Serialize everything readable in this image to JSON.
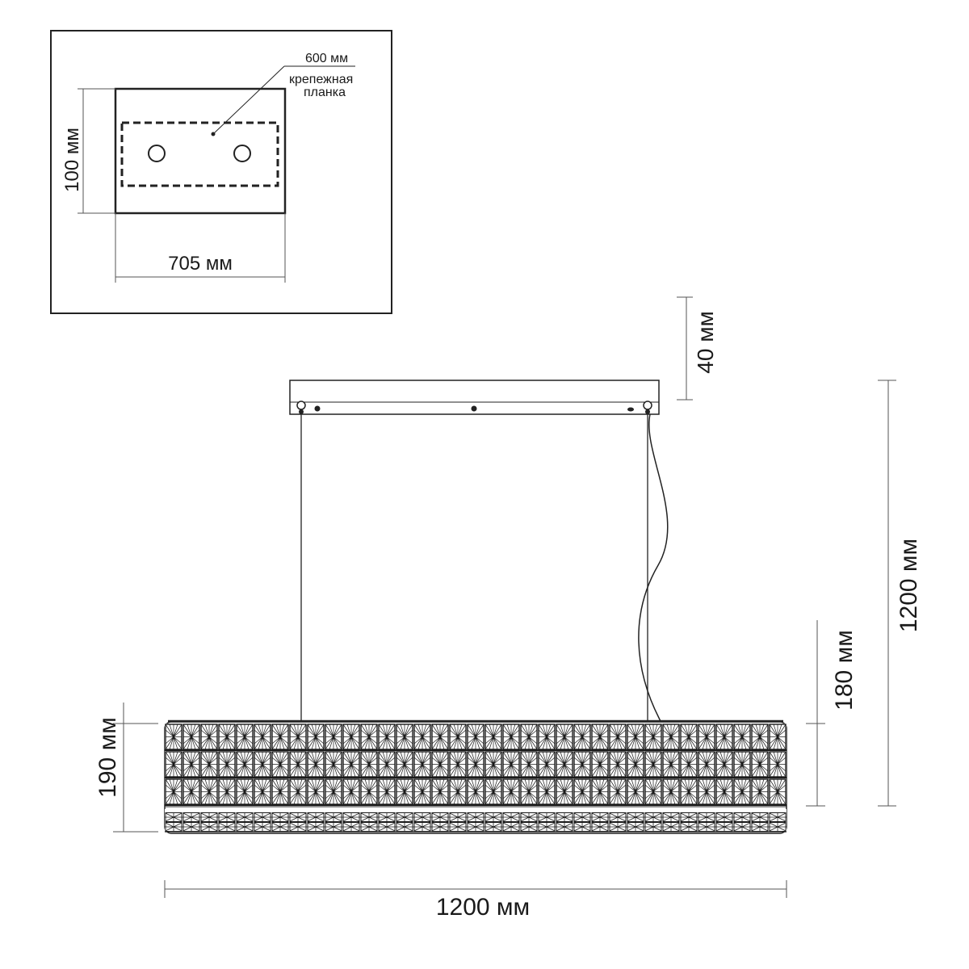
{
  "inset": {
    "dim_top": "600 мм",
    "note_line1": "крепежная",
    "note_line2": "планка",
    "dim_height": "100 мм",
    "dim_width": "705 мм"
  },
  "main": {
    "dim_canopy_height": "40 мм",
    "dim_total_height": "1200 мм",
    "dim_shade_side": "180 мм",
    "dim_shade_height": "190 мм",
    "dim_width": "1200 мм"
  },
  "colors": {
    "line": "#222222",
    "background": "#ffffff"
  }
}
